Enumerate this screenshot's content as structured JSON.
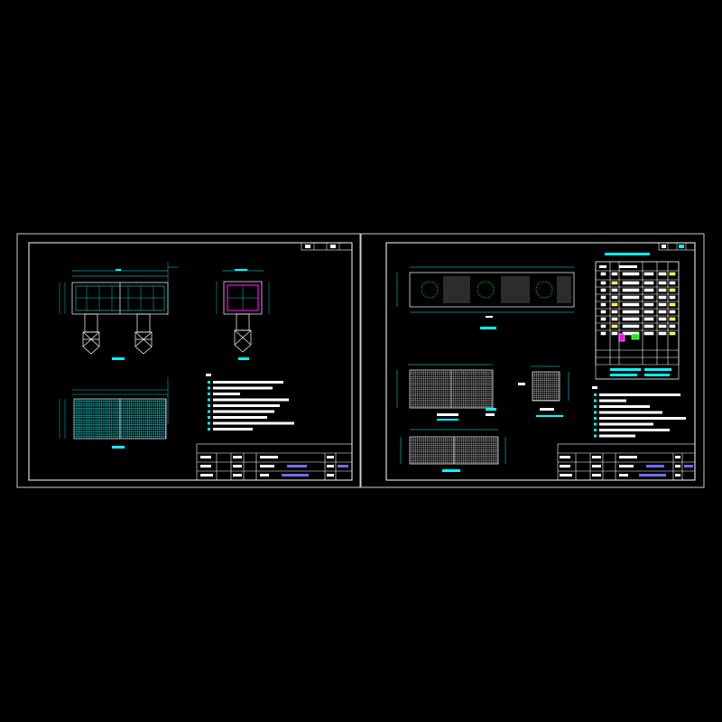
{
  "colors": {
    "background": "#000000",
    "sheet_border": "#ffffff",
    "linework": "#ffffff",
    "annotation": "#00ffff",
    "section_accent": "#ff00ff",
    "highlight": "#ffff00",
    "symbol": "#00ff00",
    "title_block_text": "#6f6fff"
  },
  "sheets": [
    {
      "id": "left",
      "views": [
        "plan-view",
        "section-view",
        "rebar-mesh-view"
      ],
      "notes_count": 9,
      "title_block_rows": 4
    },
    {
      "id": "right",
      "views": [
        "slab-plan-view",
        "rebar-table",
        "mesh-detail-large",
        "mesh-detail-small",
        "mesh-detail-bottom"
      ],
      "notes_count": 8,
      "title_block_rows": 4
    }
  ]
}
